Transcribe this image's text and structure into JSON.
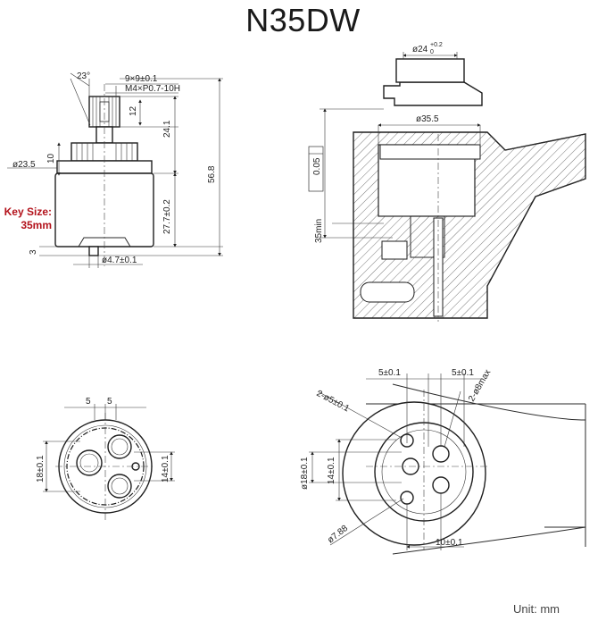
{
  "title": "N35DW",
  "key_size": {
    "line1": "Key Size:",
    "line2": "35mm"
  },
  "unit": "Unit: mm",
  "labels": {
    "angle": "23°",
    "spline": "9×9±0.1",
    "thread": "M4×P0.7-10H",
    "h12": "12",
    "h24": "24.1",
    "total": "56.8",
    "h10": "10",
    "d235": "ø23.5",
    "h277": "27.7±0.2",
    "h3": "3",
    "d47": "ø4.7±0.1",
    "d24": "ø24",
    "d24_tol_up": "+0.2",
    "d24_tol_lo": "0",
    "d355": "ø35.5",
    "flat": "0.05",
    "min35": "35min",
    "b5a": "5",
    "b5b": "5",
    "b18": "18±0.1",
    "b14": "14±0.1",
    "r5a": "5±0.1",
    "r5b": "5±0.1",
    "holes5": "2-ø5±0.1",
    "holes8": "2-ø8max",
    "r18": "ø18±0.1",
    "r14": "14±0.1",
    "r78": "ø7.88",
    "r10": "10±0.1"
  }
}
